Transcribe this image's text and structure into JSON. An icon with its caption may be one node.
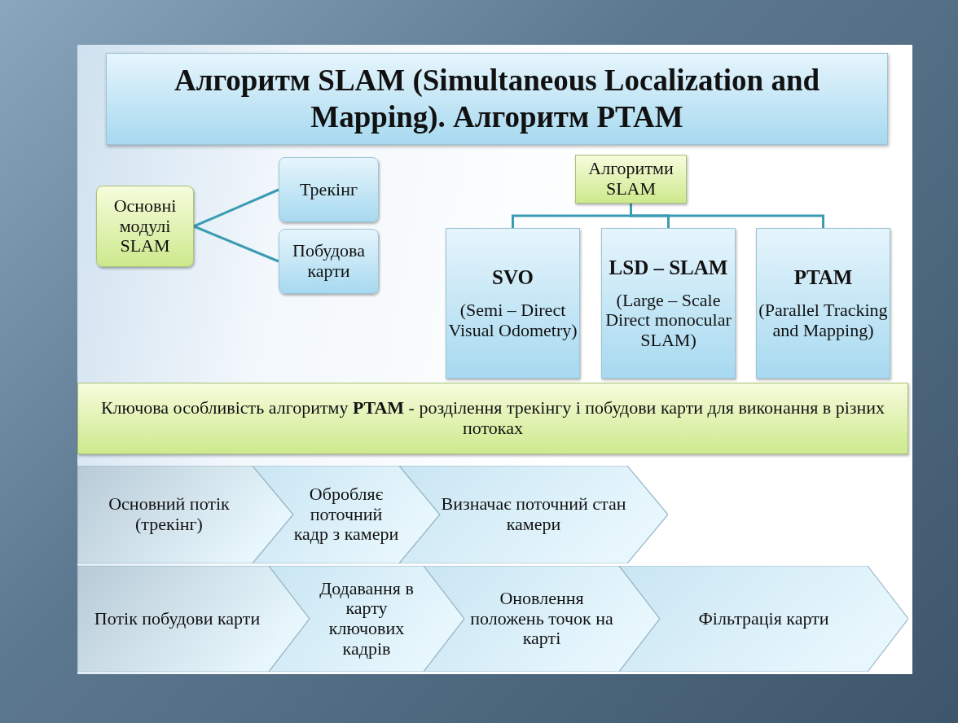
{
  "diagram": {
    "title": "Алгоритм SLAM (Simultaneous Localization and Mapping). Алгоритм PTAM",
    "nodes": [
      {
        "text": [
          "Основні модулі SLAM"
        ]
      },
      {
        "text": [
          "Трекінг"
        ]
      },
      {
        "text": [
          "Побудова карти"
        ]
      },
      {
        "text": [
          "Алгоритми SLAM"
        ]
      },
      {
        "text": [
          "SVO",
          "(Semi – Direct Visual Odometry)"
        ]
      },
      {
        "text": [
          "LSD – SLAM",
          "(Large – Scale Direct monocular SLAM)"
        ]
      },
      {
        "text": [
          "PTAM",
          "(Parallel Tracking and Mapping)"
        ]
      },
      {
        "text": [
          "Ключова особливість алгоритму **PTAM** - розділення трекінгу і побудови карти для виконання в різних потоках"
        ]
      },
      {
        "text": [
          "Основний потік (трекінг)"
        ]
      },
      {
        "text": [
          "Обробляє поточний кадр з камери"
        ]
      },
      {
        "text": [
          "Визначає поточний стан камери"
        ]
      },
      {
        "text": [
          "Потік побудови карти"
        ]
      },
      {
        "text": [
          "Додавання в карту ключових кадрів"
        ]
      },
      {
        "text": [
          "Оновлення положень точок на карті"
        ]
      },
      {
        "text": [
          "Фільтрація карти"
        ]
      }
    ],
    "edges": [
      {
        "from": 0,
        "to": 1,
        "arrow": "none"
      },
      {
        "from": 0,
        "to": 2,
        "arrow": "none"
      },
      {
        "from": 3,
        "to": 4,
        "arrow": "none"
      },
      {
        "from": 3,
        "to": 5,
        "arrow": "none"
      },
      {
        "from": 3,
        "to": 6,
        "arrow": "none"
      }
    ]
  }
}
